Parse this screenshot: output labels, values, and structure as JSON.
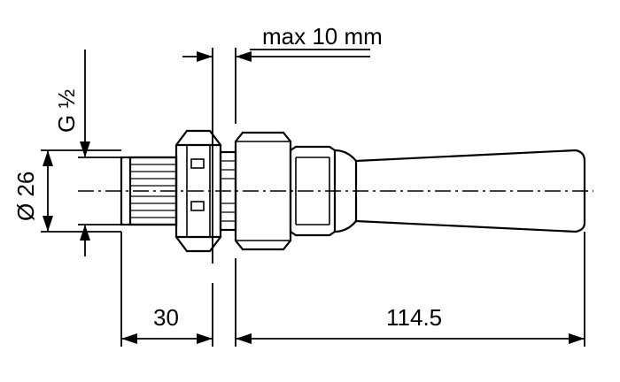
{
  "dimensions": {
    "max_wall": "max 10 mm",
    "thread": "G ½",
    "diameter": "Ø 26",
    "thread_length": "30",
    "body_length": "114.5"
  }
}
